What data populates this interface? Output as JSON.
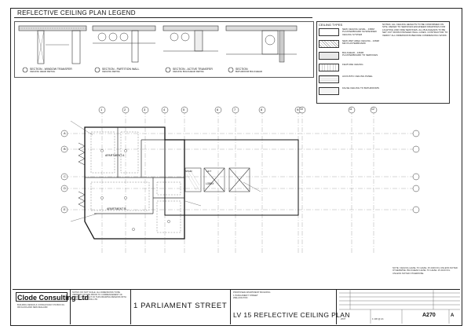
{
  "legend": {
    "title": "REFLECTIVE CEILING PLAN LEGEND",
    "details": [
      {
        "title": "SECTION - WINDOW TRANSFER",
        "sub": "CEILING HEAD DETAIL"
      },
      {
        "title": "SECTION - PARTITION WALL",
        "sub": "CEILING DETAIL"
      },
      {
        "title": "SECTION - ACTIVE TRANSFER",
        "sub": "CEILING BULKHEAD DETAIL"
      },
      {
        "title": "SECTION",
        "sub": "BATHROOM BULKHEAD"
      }
    ]
  },
  "ceiling_types": {
    "heading": "CEILING TYPES",
    "items": [
      "NEW CEILING LEVEL - 13MM PLASTERBOARD SUSPENDED CEILING SYSTEM",
      "NEW WET AREA CEILING - 13MM MR PLASTERBOARD",
      "BULKHEAD - 13MM PLASTERBOARD TO SERVICES",
      "FEATURE CEILING",
      "ACOUSTIC CEILING PANEL",
      "FALSE CEILING TO BATHROOMS"
    ]
  },
  "notes_right": "NOTES: ALL CEILING HEIGHTS TO BE CONFIRMED ON SITE. REFER TO SERVICES ENGINEER DRAWINGS FOR LIGHTING AND FIRE SERVICES. ALL BULKHEADS TO BE SET OUT FROM FINISHED WALL LINES. CONTRACTOR TO VERIFY ALL DIMENSIONS BEFORE COMMENCING WORK.",
  "plan": {
    "grid_top": [
      "1",
      "2",
      "3",
      "4",
      "5",
      "6",
      "7",
      "8",
      "9",
      "10",
      "11",
      "12"
    ],
    "grid_side": [
      "A",
      "B",
      "C",
      "D",
      "E"
    ],
    "rooms": [
      "APARTMENT A",
      "APARTMENT B",
      "LOBBY",
      "LIFT",
      "STAIR"
    ]
  },
  "title_block": {
    "company": "Clode Consulting Ltd",
    "company_sub": "BUILDING DESIGN & CONSULTANCY  PO BOX 00-000  AUCKLAND  NEW ZEALAND",
    "notes": "NOTES: DO NOT SCALE. ALL DIMENSIONS TO BE VERIFIED ON SITE PRIOR TO COMMENCEMENT OF WORK. COPYRIGHT OF THIS DRAWING REMAINS WITH CLODE CONSULTING LTD.",
    "project": "1 PARLIAMENT STREET",
    "project_info": [
      "PROPOSED APARTMENT BUILDING",
      "1 PARLIAMENT STREET",
      "WELLINGTON"
    ],
    "sheet_title": "LV 15 REFLECTIVE CEILING PLAN",
    "sheet_number": "A270",
    "revision": "A",
    "scale": "1:100 @ A1",
    "date": "2007",
    "right_note": "NOTE: CEILING LEVEL TO LEVEL 15 2400 FFL UNLESS NOTED OTHERWISE. BULKHEAD LEVEL TO LEVEL 15 2100 FFL UNLESS NOTED OTHERWISE."
  }
}
